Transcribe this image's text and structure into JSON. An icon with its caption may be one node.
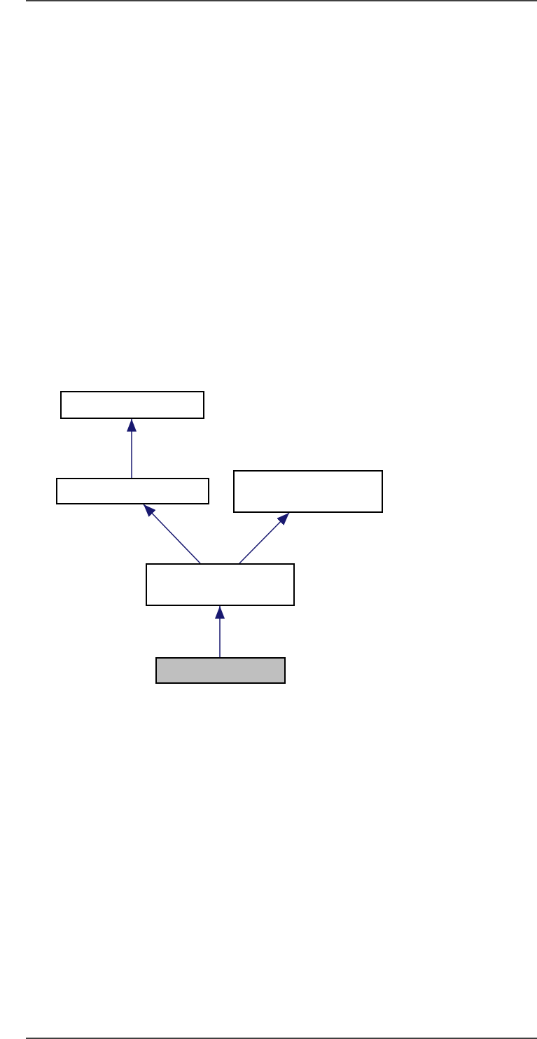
{
  "diagram": {
    "nodes": [
      {
        "text": [],
        "shape": "box"
      },
      {
        "text": [],
        "shape": "box"
      },
      {
        "text": [],
        "shape": "box"
      },
      {
        "text": [],
        "shape": "box"
      },
      {
        "text": [],
        "shape": "box"
      }
    ],
    "edges": [
      {
        "from": 1,
        "to": 0,
        "arrow": "to"
      },
      {
        "from": 3,
        "to": 1,
        "arrow": "to"
      },
      {
        "from": 3,
        "to": 2,
        "arrow": "to"
      },
      {
        "from": 4,
        "to": 3,
        "arrow": "to"
      }
    ]
  }
}
